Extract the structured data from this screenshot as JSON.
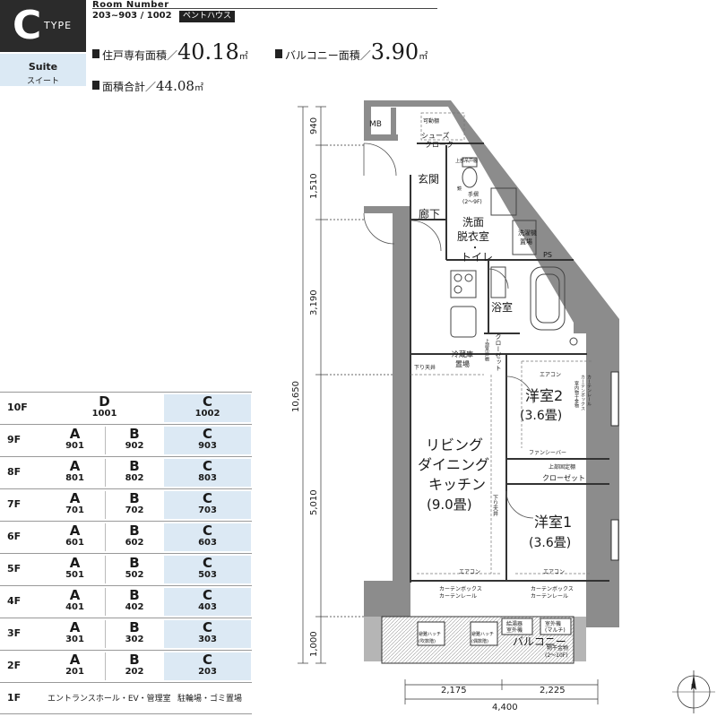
{
  "type": {
    "letter": "C",
    "word": "TYPE",
    "suite_en": "Suite",
    "suite_jp": "スイート"
  },
  "header": {
    "room_number_label": "Room Number",
    "room_range": "203~903 / 1002",
    "penthouse_badge": "ペントハウス"
  },
  "areas": {
    "exclusive_label": "住戸専有面積／",
    "exclusive_value": "40.18",
    "exclusive_unit": "㎡",
    "balcony_label": "バルコニー面積／",
    "balcony_value": "3.90",
    "balcony_unit": "㎡",
    "total_label": "面積合計／",
    "total_value": "44.08",
    "total_unit": "㎡"
  },
  "floors": [
    {
      "floor": "10F",
      "penthouse": true,
      "d_letter": "D",
      "d_num": "1001",
      "c_letter": "C",
      "c_num": "1002"
    },
    {
      "floor": "9F",
      "a": "901",
      "b": "902",
      "c": "903"
    },
    {
      "floor": "8F",
      "a": "801",
      "b": "802",
      "c": "803"
    },
    {
      "floor": "7F",
      "a": "701",
      "b": "702",
      "c": "703"
    },
    {
      "floor": "6F",
      "a": "601",
      "b": "602",
      "c": "603"
    },
    {
      "floor": "5F",
      "a": "501",
      "b": "502",
      "c": "503"
    },
    {
      "floor": "4F",
      "a": "401",
      "b": "402",
      "c": "403"
    },
    {
      "floor": "3F",
      "a": "301",
      "b": "302",
      "c": "303"
    },
    {
      "floor": "2F",
      "a": "201",
      "b": "202",
      "c": "203"
    }
  ],
  "ground": {
    "floor": "1F",
    "left": "エントランスホール・EV・管理室",
    "right": "駐輪場・ゴミ置場"
  },
  "unit_letters": {
    "a": "A",
    "b": "B",
    "c": "C"
  },
  "plan": {
    "mb": "MB",
    "movable_shelf": "可動棚",
    "shoes_cloak_1": "シューズ",
    "shoes_cloak_2": "クローク",
    "upper_cabinet": "上部吊戸棚",
    "genkan": "玄関",
    "mirror_cabinet": "鏡",
    "handrail_1": "手摺",
    "handrail_2": "(2～9F)",
    "hallway": "廊下",
    "washroom_1": "洗面",
    "washroom_2": "脱衣室",
    "washroom_3": "・",
    "washroom_4": "トイレ",
    "washer_1": "洗濯機",
    "washer_2": "置場",
    "ps": "PS",
    "bath": "浴室",
    "closet_v": "クローゼット",
    "upper_shelf_v": "上部吊戸棚",
    "fridge_1": "冷蔵庫",
    "fridge_2": "置場",
    "lowered_ceiling": "下り天井",
    "aircon": "エアコン",
    "room2_name": "洋室2",
    "room2_size": "(3.6畳)",
    "curtain_side": "カーテンボックス",
    "curtain_rail": "カーテンレール",
    "indoor_dry": "室内物干金物",
    "fan_sheaver": "ファンシーバー",
    "upper_fixed_shelf": "上部固定棚",
    "closet": "クローゼット",
    "ldk_1": "リビング",
    "ldk_2": "ダイニング",
    "ldk_3": "キッチン",
    "ldk_4": "(9.0畳)",
    "lowered_ceiling_v": "下り天井",
    "room1_name": "洋室1",
    "room1_size": "(3.6畳)",
    "curtain_box": "カーテンボックス",
    "curtain_rail_2": "カーテンレール",
    "evac_hatch_1": "避難ハッチ",
    "evac_hatch_1b": "(吹数階)",
    "evac_hatch_2": "避難ハッチ",
    "evac_hatch_2b": "(偶数階)",
    "outdoor_unit_1": "給湯器",
    "outdoor_unit_2": "室外機",
    "outdoor_unit_3": "室外機",
    "outdoor_unit_4": "(マルチ)",
    "balcony": "バルコニー",
    "dry_hardware_1": "物干金物",
    "dry_hardware_2": "(2～10F)"
  },
  "dimensions": {
    "v1": "940",
    "v2": "1,510",
    "v3": "3,190",
    "v4": "5,010",
    "v5": "1,000",
    "total": "10,650",
    "h1": "2,175",
    "h2": "2,225",
    "htotal": "4,400"
  },
  "compass": {
    "north": "N"
  }
}
